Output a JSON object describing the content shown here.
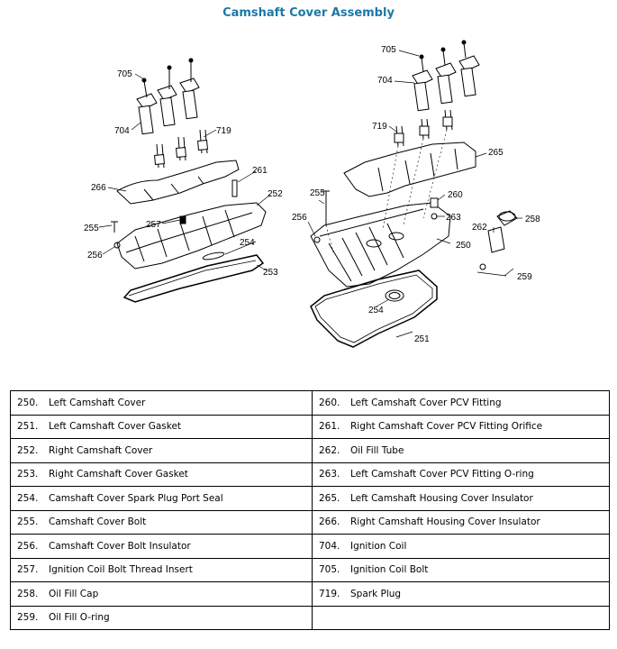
{
  "title": "Camshaft Cover Assembly",
  "callouts": {
    "left": [
      {
        "id": "705",
        "label": "705"
      },
      {
        "id": "704",
        "label": "704"
      },
      {
        "id": "719",
        "label": "719"
      },
      {
        "id": "261",
        "label": "261"
      },
      {
        "id": "266",
        "label": "266"
      },
      {
        "id": "252",
        "label": "252"
      },
      {
        "id": "257",
        "label": "257"
      },
      {
        "id": "255",
        "label": "255"
      },
      {
        "id": "254",
        "label": "254"
      },
      {
        "id": "256",
        "label": "256"
      },
      {
        "id": "253",
        "label": "253"
      }
    ],
    "right": [
      {
        "id": "705",
        "label": "705"
      },
      {
        "id": "704",
        "label": "704"
      },
      {
        "id": "719",
        "label": "719"
      },
      {
        "id": "265",
        "label": "265"
      },
      {
        "id": "255",
        "label": "255"
      },
      {
        "id": "260",
        "label": "260"
      },
      {
        "id": "256",
        "label": "256"
      },
      {
        "id": "263",
        "label": "263"
      },
      {
        "id": "262",
        "label": "262"
      },
      {
        "id": "258",
        "label": "258"
      },
      {
        "id": "250",
        "label": "250"
      },
      {
        "id": "259",
        "label": "259"
      },
      {
        "id": "254",
        "label": "254"
      },
      {
        "id": "251",
        "label": "251"
      }
    ]
  },
  "parts": [
    [
      {
        "num": "250.",
        "name": "Left Camshaft Cover"
      },
      {
        "num": "260.",
        "name": "Left Camshaft Cover PCV Fitting"
      }
    ],
    [
      {
        "num": "251.",
        "name": "Left Camshaft Cover Gasket"
      },
      {
        "num": "261.",
        "name": "Right Camshaft Cover PCV Fitting Orifice"
      }
    ],
    [
      {
        "num": "252.",
        "name": "Right Camshaft Cover"
      },
      {
        "num": "262.",
        "name": "Oil Fill Tube"
      }
    ],
    [
      {
        "num": "253.",
        "name": "Right Camshaft Cover Gasket"
      },
      {
        "num": "263.",
        "name": "Left Camshaft Cover PCV Fitting O-ring"
      }
    ],
    [
      {
        "num": "254.",
        "name": "Camshaft Cover Spark Plug Port Seal"
      },
      {
        "num": "265.",
        "name": "Left Camshaft Housing Cover Insulator"
      }
    ],
    [
      {
        "num": "255.",
        "name": "Camshaft Cover Bolt"
      },
      {
        "num": "266.",
        "name": "Right Camshaft Housing Cover Insulator"
      }
    ],
    [
      {
        "num": "256.",
        "name": "Camshaft Cover Bolt Insulator"
      },
      {
        "num": "704.",
        "name": "Ignition Coil"
      }
    ],
    [
      {
        "num": "257.",
        "name": "Ignition Coil Bolt Thread Insert"
      },
      {
        "num": "705.",
        "name": "Ignition Coil Bolt"
      }
    ],
    [
      {
        "num": "258.",
        "name": "Oil Fill Cap"
      },
      {
        "num": "719.",
        "name": "Spark Plug"
      }
    ],
    [
      {
        "num": "259.",
        "name": "Oil Fill O-ring"
      },
      {
        "num": "",
        "name": ""
      }
    ]
  ]
}
